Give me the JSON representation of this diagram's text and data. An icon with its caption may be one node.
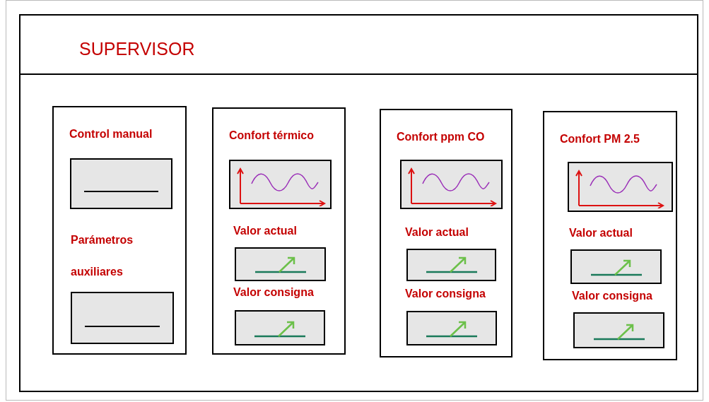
{
  "diagram": {
    "nodes": [
      {
        "text": [
          "SUPERVISOR"
        ]
      },
      {
        "text": [
          "Control manual"
        ],
        "in": 0
      },
      {
        "text": [],
        "shape": "box",
        "in": 1
      },
      {
        "text": [
          "Parámetros auxiliares"
        ],
        "in": 1
      },
      {
        "text": [
          "Confort térmico"
        ],
        "in": 0
      },
      {
        "text": [],
        "shape": "picture",
        "in": 4
      },
      {
        "text": [
          "Valor actual"
        ],
        "in": 4
      },
      {
        "text": [
          "Valor consigna"
        ],
        "in": 4
      },
      {
        "text": [
          "Confort ppm CO"
        ],
        "in": 0
      },
      {
        "text": [],
        "shape": "picture",
        "in": 8
      },
      {
        "text": [
          "Valor actual"
        ],
        "in": 8
      },
      {
        "text": [
          "Valor consigna"
        ],
        "in": 8
      },
      {
        "text": [
          "Confort PM 2.5"
        ],
        "in": 0
      },
      {
        "text": [],
        "shape": "picture",
        "in": 12
      },
      {
        "text": [
          "Valor actual"
        ],
        "in": 12
      },
      {
        "text": [
          "Valor consigna"
        ],
        "in": 12
      }
    ],
    "edges": []
  }
}
